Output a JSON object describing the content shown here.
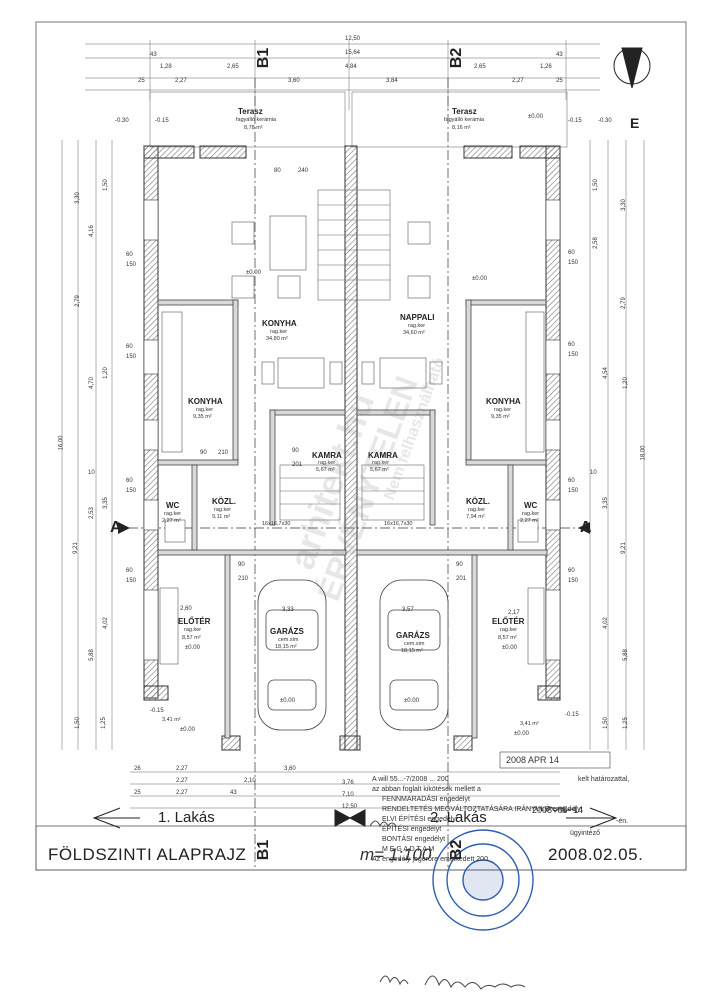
{
  "axes": {
    "b1_top": "B1",
    "b2_top": "B2",
    "b1_bottom": "B1",
    "b2_bottom": "B2",
    "a_left": "A",
    "a_right": "A",
    "e_mark": "E"
  },
  "top_dims": {
    "total_width": "12,50",
    "inner_width": "15,64",
    "center": "4,84",
    "left_a": "1,28",
    "left_b": "2,27",
    "left_c": "2,65",
    "left_d": "3,60",
    "right_d": "3,84",
    "right_c": "2,65",
    "right_b": "2,27",
    "right_a": "1,26",
    "corner_left": "43",
    "corner_right": "43",
    "tick_left": "25",
    "tick_right": "25"
  },
  "levels": {
    "terrace_left": "-0.15",
    "terrace_left_outer": "-0.30",
    "terrace_right": "±0.00",
    "terrace_right_b": "-0.15",
    "terrace_right_outer": "-0.30",
    "living_left": "±0.00",
    "living_right": "±0.00",
    "entry_left": "±0.00",
    "entry_right": "±0.00",
    "garage_left": "±0.00",
    "garage_right": "±0.00",
    "step_left": "-0.15",
    "step_right": "-0.15",
    "entrance_left": "±0.00",
    "entrance_right": "±0.00"
  },
  "rooms": {
    "terrace_left": {
      "name": "Terasz",
      "mat": "fagyálló kerámia",
      "area": "8,78 m²"
    },
    "terrace_right": {
      "name": "Terasz",
      "mat": "fagyálló kerámia",
      "area": "8,16 m²"
    },
    "living_left": {
      "name": "KONYHA",
      "mat": "rag.ker",
      "area": "34,80 m²"
    },
    "living_right": {
      "name": "NAPPALI",
      "mat": "rag.ker",
      "area": "34,60 m²"
    },
    "kitchen_left": {
      "name": "KONYHA",
      "mat": "rag.ker",
      "area": "9,35 m²"
    },
    "kitchen_right": {
      "name": "KONYHA",
      "mat": "rag.ker",
      "area": "9,35 m²"
    },
    "pantry_left": {
      "name": "KAMRA",
      "mat": "rag.ker",
      "area": "5,67 m²"
    },
    "pantry_right": {
      "name": "KAMRA",
      "mat": "rag.ker",
      "area": "5,67 m²"
    },
    "hall_left": {
      "name": "KÖZL.",
      "mat": "rag.ker",
      "area": "9,11 m²"
    },
    "hall_right": {
      "name": "KÖZL.",
      "mat": "rag.ker",
      "area": "7,94 m²"
    },
    "wc_left": {
      "name": "WC",
      "mat": "rag.ker",
      "area": "2,27 m²"
    },
    "wc_right": {
      "name": "WC",
      "mat": "rag.ker",
      "area": "2,27 m²"
    },
    "entry_left": {
      "name": "ELŐTÉR",
      "mat": "rag.ker",
      "area": "8,57 m²"
    },
    "entry_right": {
      "name": "ELŐTÉR",
      "mat": "rag.ker",
      "area": "8,57 m²"
    },
    "garage_left": {
      "name": "GARÁZS",
      "mat": "cem.sim",
      "area": "18,15 m²"
    },
    "garage_right": {
      "name": "GARÁZS",
      "mat": "cem.sim",
      "area": "18,15 m²"
    },
    "step_left_area": "3,41 m²",
    "step_right_area": "3,41 m²",
    "stair_left": "16x16,7x30",
    "stair_right": "16x16,7x30",
    "garage_door_l": "3,33",
    "garage_door_r": "3,57",
    "entry_w_l": "2,60",
    "entry_w_r": "2,17"
  },
  "side_dims_left": [
    "3,30",
    "4,16",
    "1,50",
    "60",
    "150",
    "2,79",
    "60",
    "150",
    "1,20",
    "4,70",
    "10",
    "60",
    "150",
    "3,35",
    "2,53",
    "9,21",
    "60",
    "150",
    "4,02",
    "5,88",
    "1,50",
    "1,25",
    "16,00"
  ],
  "side_dims_right": [
    "3,30",
    "1,50",
    "2,58",
    "60",
    "150",
    "2,79",
    "60",
    "150",
    "4,54",
    "1,20",
    "10",
    "60",
    "150",
    "3,35",
    "9,21",
    "60",
    "150",
    "4,02",
    "5,88",
    "1,50",
    "1,25",
    "18,00"
  ],
  "bottom_dims": [
    "26",
    "2,27",
    "2,27",
    "2,27",
    "3,60",
    "3,76",
    "7,10",
    "12,50",
    "43",
    "25",
    "2,10"
  ],
  "doors": [
    "90",
    "210",
    "90",
    "201",
    "80",
    "240",
    "90",
    "210",
    "90",
    "201"
  ],
  "labels": {
    "unit1": "1. Lakás",
    "unit2": "2. Lakás",
    "title": "FÖLDSZINTI ALAPRAJZ",
    "scale": "m= 1:100",
    "date": "2008.02.05."
  },
  "stamp": {
    "received": "2008 APR 14",
    "line1": "A will 55...-7/2008 ... 200",
    "line1_end": "kelt határozattal,",
    "line2": "az abban foglalt kikötések mellett a",
    "items": [
      "FENNMARADÁSI engedélyt",
      "RENDELTETÉS MEGVÁLTOZTATÁSÁRA IRÁNYULÓ engedélyt",
      "ELVI ÉPÍTÉSI engedélyt",
      "ÉPÍTÉSI engedélyt",
      "BONTÁSI engedélyt"
    ],
    "granted": "M E G A D T A M",
    "valid": "Az engedély jogerőre emelkedett 200.",
    "date2": "2008 -05- 14",
    "suffix": "-én.",
    "officer": "ügyintéző"
  },
  "watermarks": [
    "arhitekt.hu",
    "ÉRVÉNYTELEN",
    "Nem felhasználható"
  ]
}
